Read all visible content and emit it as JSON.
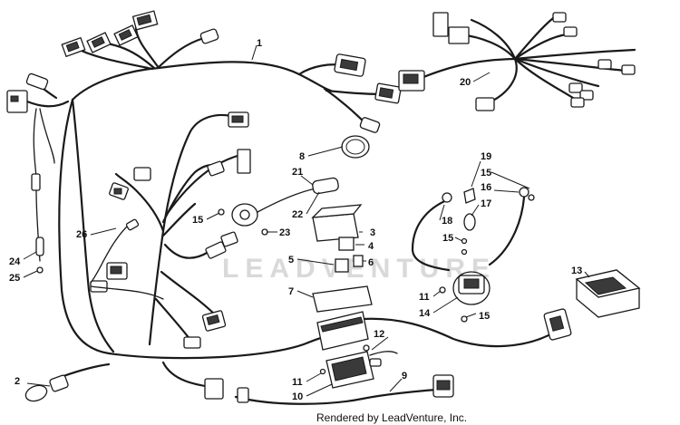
{
  "watermark": "LEADVENTURE",
  "footer": "Rendered by LeadVenture, Inc.",
  "callouts": {
    "c1": "1",
    "c2": "2",
    "c3": "3",
    "c4": "4",
    "c5": "5",
    "c6": "6",
    "c7": "7",
    "c8": "8",
    "c9": "9",
    "c10": "10",
    "c11a": "11",
    "c11b": "11",
    "c12": "12",
    "c13": "13",
    "c14": "14",
    "c15a": "15",
    "c15b": "15",
    "c15c": "15",
    "c15d": "15",
    "c16": "16",
    "c17": "17",
    "c18": "18",
    "c19": "19",
    "c20": "20",
    "c21": "21",
    "c22": "22",
    "c23": "23",
    "c24": "24",
    "c25": "25",
    "c26": "26"
  }
}
